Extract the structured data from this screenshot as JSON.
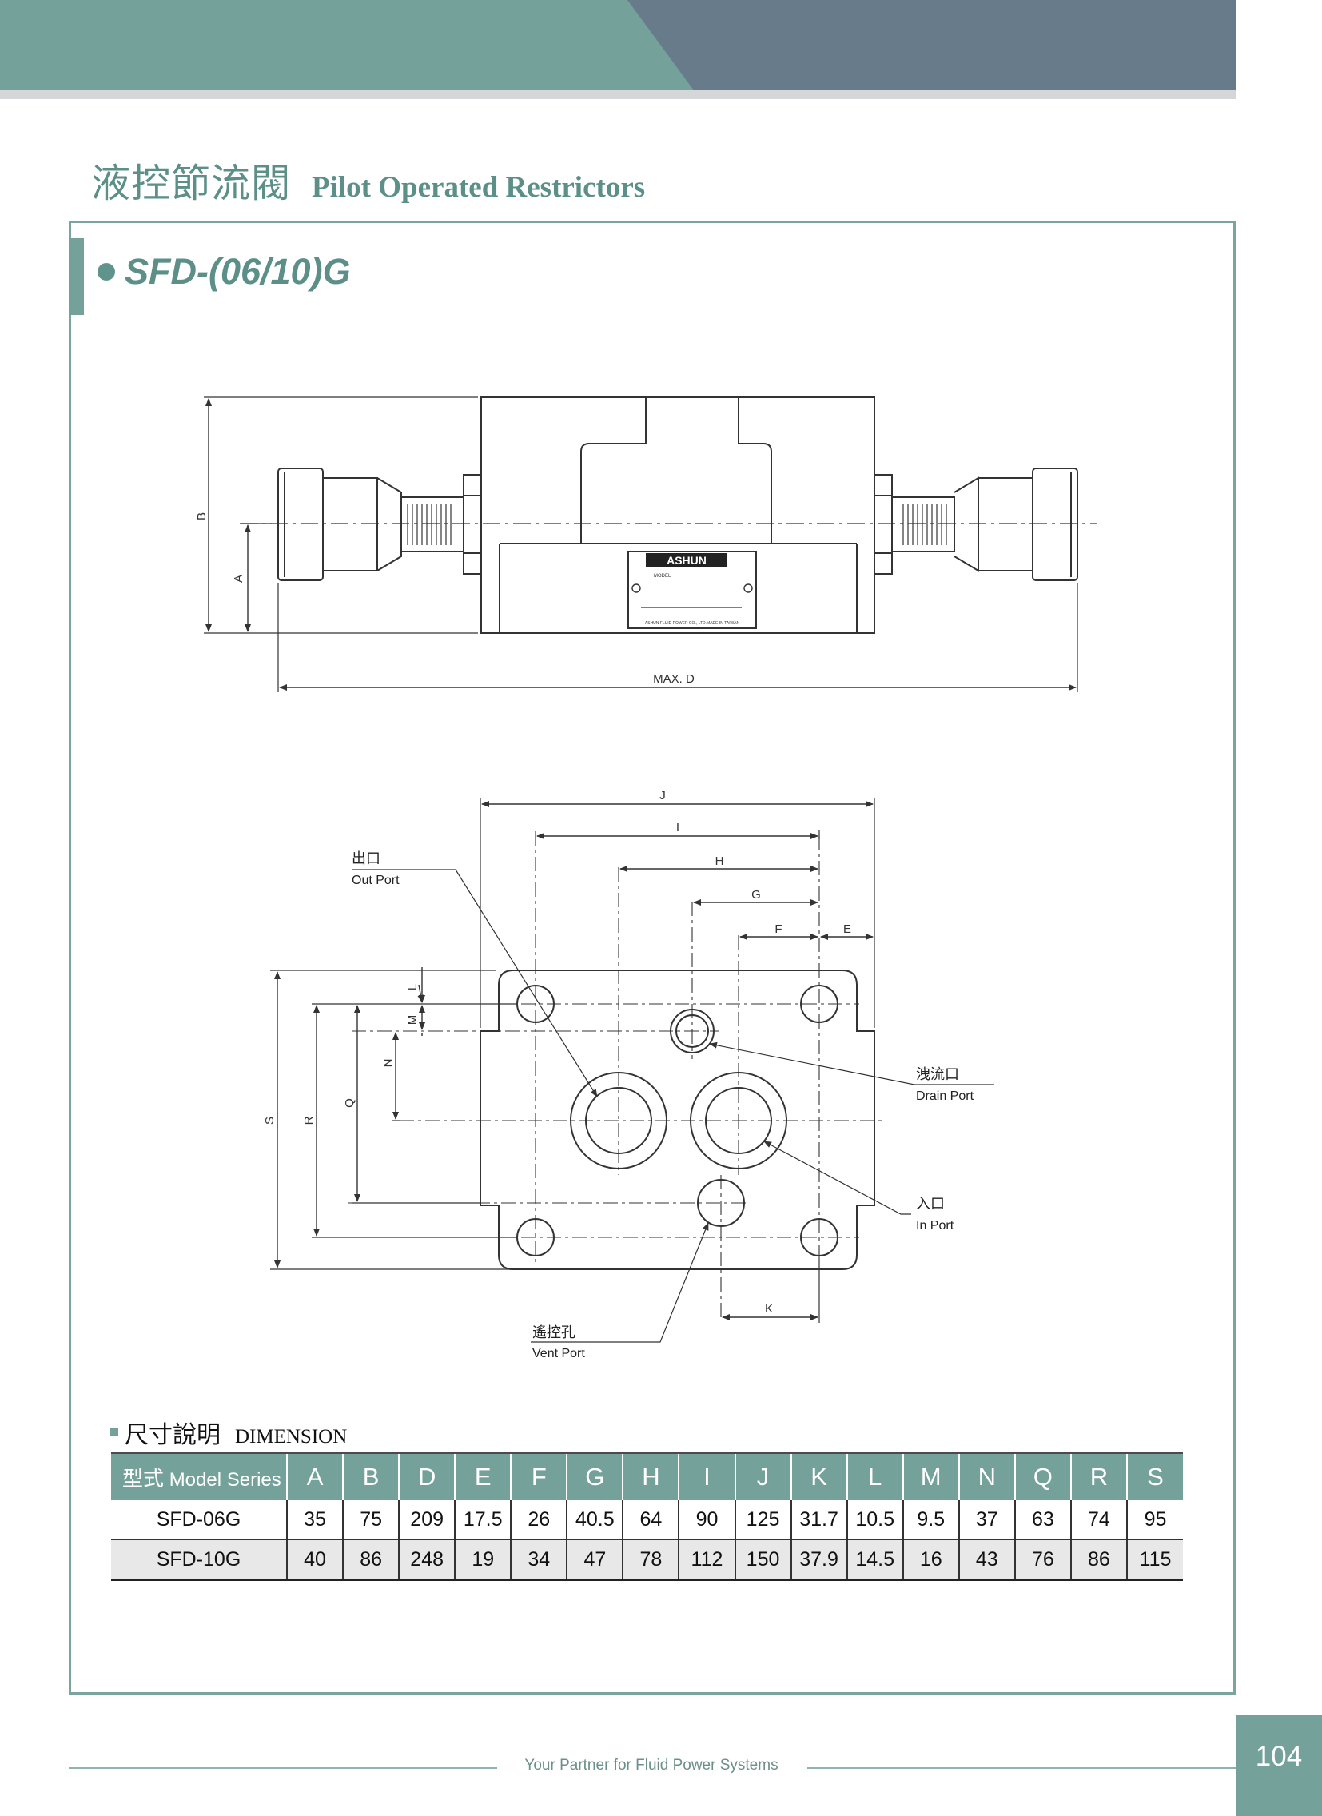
{
  "heading": {
    "title_cn": "液控節流閥",
    "title_en": "Pilot Operated Restrictors"
  },
  "model": {
    "title": "SFD-(06/10)G"
  },
  "side_view": {
    "label_b": "B",
    "label_a": "A",
    "label_d": "MAX. D",
    "nameplate": {
      "brand": "ASHUN",
      "model_label": "MODEL",
      "company": "ASHUN FLUID POWER CO., LTD.MADE IN TAIWAN"
    }
  },
  "port_view": {
    "dims": {
      "j": "J",
      "i": "I",
      "h": "H",
      "g": "G",
      "f": "F",
      "e": "E",
      "l": "L",
      "m": "M",
      "n": "N",
      "q": "Q",
      "r": "R",
      "s": "S",
      "k": "K"
    },
    "out_port": {
      "cn": "出口",
      "en": "Out Port"
    },
    "drain_port": {
      "cn": "洩流口",
      "en": "Drain Port"
    },
    "in_port": {
      "cn": "入口",
      "en": "In Port"
    },
    "vent_port": {
      "cn": "遙控孔",
      "en": "Vent Port"
    }
  },
  "dimension": {
    "title_cn": "尺寸說明",
    "title_en": "DIMENSION",
    "header_cn": "型式",
    "header_en": "Model Series",
    "columns": [
      "A",
      "B",
      "D",
      "E",
      "F",
      "G",
      "H",
      "I",
      "J",
      "K",
      "L",
      "M",
      "N",
      "Q",
      "R",
      "S"
    ],
    "rows": [
      {
        "model": "SFD-06G",
        "values": [
          "35",
          "75",
          "209",
          "17.5",
          "26",
          "40.5",
          "64",
          "90",
          "125",
          "31.7",
          "10.5",
          "9.5",
          "37",
          "63",
          "74",
          "95"
        ]
      },
      {
        "model": "SFD-10G",
        "values": [
          "40",
          "86",
          "248",
          "19",
          "34",
          "47",
          "78",
          "112",
          "150",
          "37.9",
          "14.5",
          "16",
          "43",
          "76",
          "86",
          "115"
        ]
      }
    ]
  },
  "footer": {
    "tagline": "Your Partner for Fluid Power Systems",
    "page": "104"
  },
  "colors": {
    "teal": "#74a29a",
    "slate": "#687b8a",
    "heading": "#5b8f88"
  }
}
